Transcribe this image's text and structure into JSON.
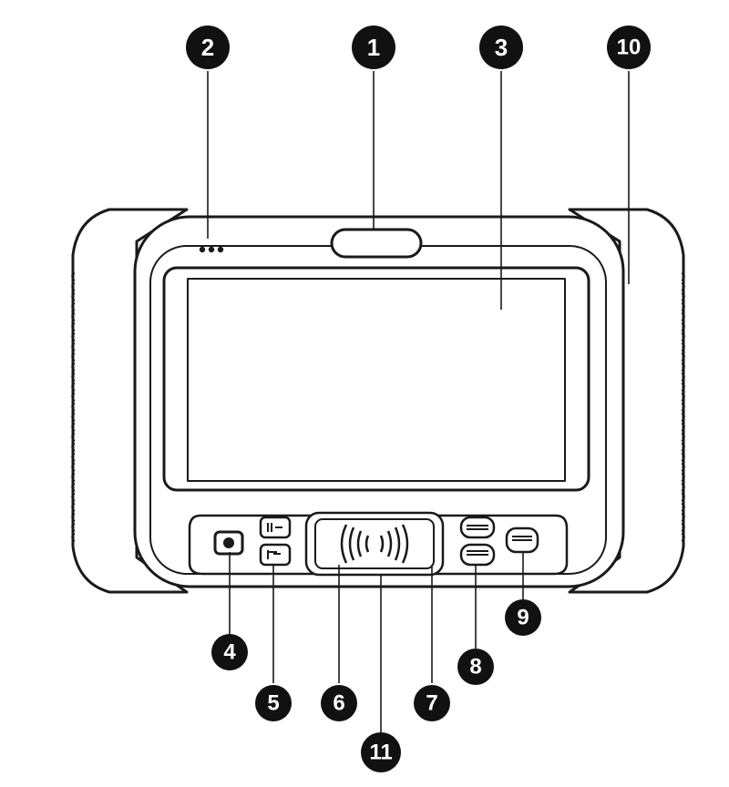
{
  "callouts": [
    {
      "id": "c1",
      "label": "1"
    },
    {
      "id": "c2",
      "label": "2"
    },
    {
      "id": "c3",
      "label": "3"
    },
    {
      "id": "c4",
      "label": "4"
    },
    {
      "id": "c5",
      "label": "5"
    },
    {
      "id": "c6",
      "label": "6"
    },
    {
      "id": "c7",
      "label": "7"
    },
    {
      "id": "c8",
      "label": "8"
    },
    {
      "id": "c9",
      "label": "9"
    },
    {
      "id": "c10",
      "label": "10"
    },
    {
      "id": "c11",
      "label": "11"
    }
  ],
  "colors": {
    "outline": "#1a1a1a",
    "callout_fill": "#111111",
    "callout_text": "#ffffff",
    "body_fill": "#ffffff"
  }
}
